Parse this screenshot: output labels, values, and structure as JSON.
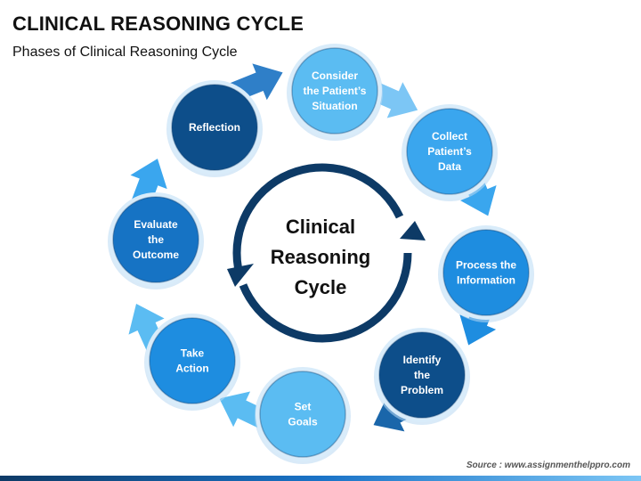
{
  "header": {
    "title": "CLINICAL REASONING CYCLE",
    "subtitle": "Phases of Clinical Reasoning Cycle"
  },
  "center": {
    "lines": [
      "Clinical",
      "Reasoning",
      "Cycle"
    ]
  },
  "nodes": [
    {
      "id": "consider",
      "lines": [
        "Consider",
        "the Patient’s",
        "Situation"
      ],
      "color": "#5bbcf2"
    },
    {
      "id": "collect",
      "lines": [
        "Collect",
        "Patient’s",
        "Data"
      ],
      "color": "#3aa6ee"
    },
    {
      "id": "process",
      "lines": [
        "Process the",
        "Information"
      ],
      "color": "#1e8de0"
    },
    {
      "id": "identify",
      "lines": [
        "Identify",
        "the",
        "Problem"
      ],
      "color": "#0d4e8a"
    },
    {
      "id": "goals",
      "lines": [
        "Set",
        "Goals"
      ],
      "color": "#5bbcf2"
    },
    {
      "id": "action",
      "lines": [
        "Take",
        "Action"
      ],
      "color": "#1e8de0"
    },
    {
      "id": "evaluate",
      "lines": [
        "Evaluate",
        "the",
        "Outcome"
      ],
      "color": "#1673c4"
    },
    {
      "id": "reflection",
      "lines": [
        "Reflection"
      ],
      "color": "#0d4e8a"
    }
  ],
  "colors": {
    "inner_arrow": "#0d3a66",
    "ring_rim": "#d9ecfa"
  },
  "footer": {
    "source": "Source : www.assignmenthelppro.com"
  }
}
